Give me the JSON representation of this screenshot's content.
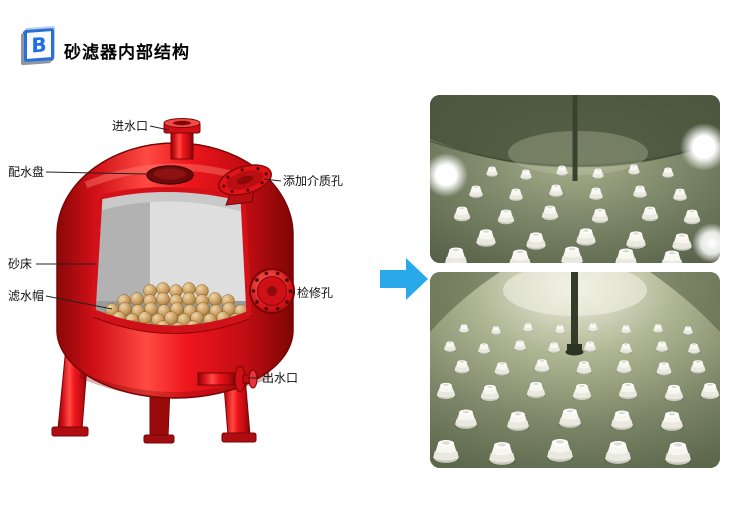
{
  "header": {
    "badge": "B",
    "title": "砂滤器内部结构"
  },
  "diagram": {
    "labels": [
      {
        "id": "water-inlet",
        "text": "进水口"
      },
      {
        "id": "distribution-plate",
        "text": "配水盘"
      },
      {
        "id": "media-fill-port",
        "text": "添加介质孔"
      },
      {
        "id": "sand-bed",
        "text": "砂床"
      },
      {
        "id": "filter-nozzle-cap",
        "text": "滤水帽"
      },
      {
        "id": "inspection-port",
        "text": "检修孔"
      },
      {
        "id": "water-outlet",
        "text": "出水口"
      }
    ]
  },
  "colors": {
    "tank_red": "#e8141c",
    "arrow_blue": "#29a9e9",
    "badge_blue": "#1e6fe0",
    "photo_olive": "#7d8766"
  }
}
